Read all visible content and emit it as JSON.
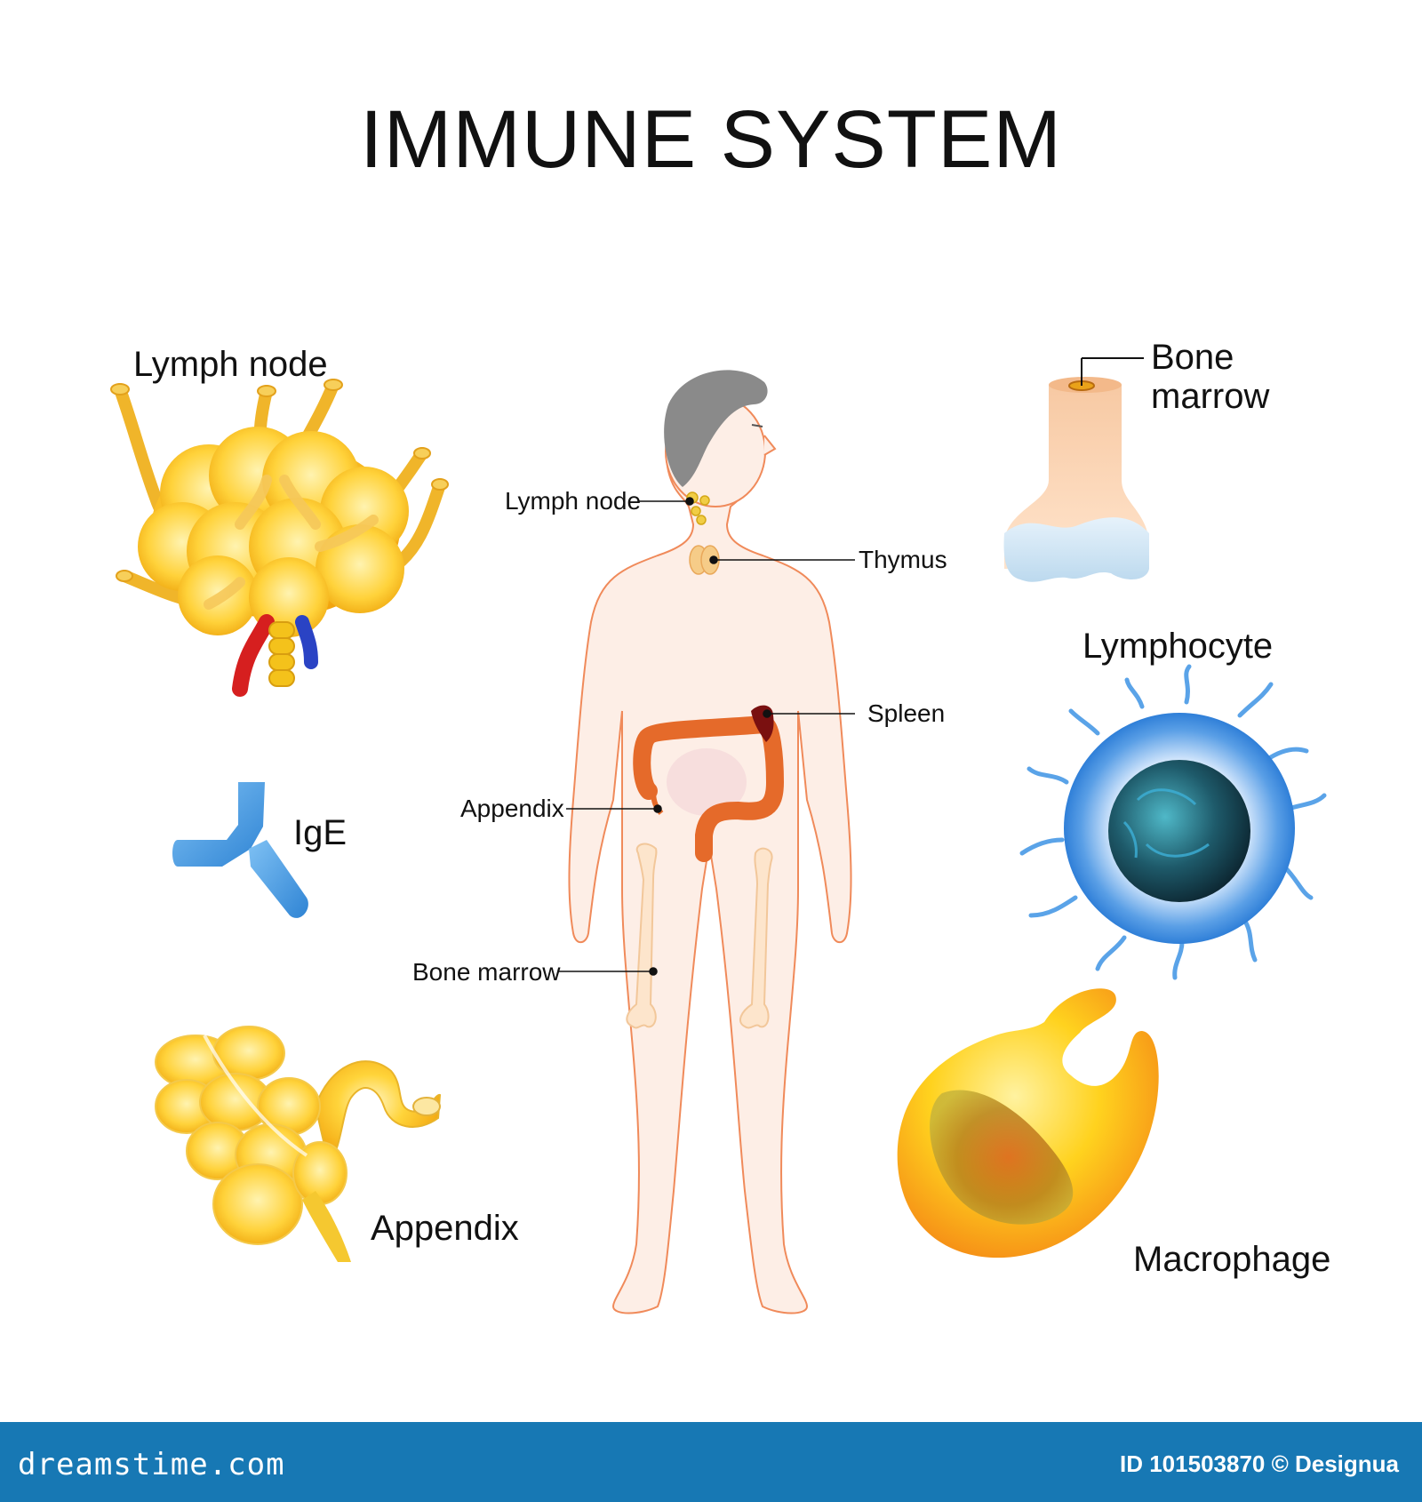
{
  "title": "IMMUNE SYSTEM",
  "organs": {
    "lymph_node": "Lymph node",
    "ige": "IgE",
    "appendix": "Appendix",
    "bone_marrow_line1": "Bone",
    "bone_marrow_line2": "marrow",
    "lymphocyte": "Lymphocyte",
    "macrophage": "Macrophage"
  },
  "body_labels": {
    "lymph_node": "Lymph node",
    "thymus": "Thymus",
    "spleen": "Spleen",
    "appendix": "Appendix",
    "bone_marrow": "Bone marrow"
  },
  "footer": {
    "site": "dreamstime.com",
    "id": "ID 101503870 © Designua"
  },
  "colors": {
    "footer_bg": "#1778b4",
    "skin": "#fdeee6",
    "skin_outline": "#f08a5a",
    "hair": "#8a8a8a",
    "lymph_yellow": "#f5c21b",
    "ige_blue": "#3d8fd6",
    "lymphocyte_blue": "#2f7fd8",
    "macrophage_orange": "#f7a21d",
    "intestine": "#e56a2a",
    "spleen": "#7a1010"
  }
}
